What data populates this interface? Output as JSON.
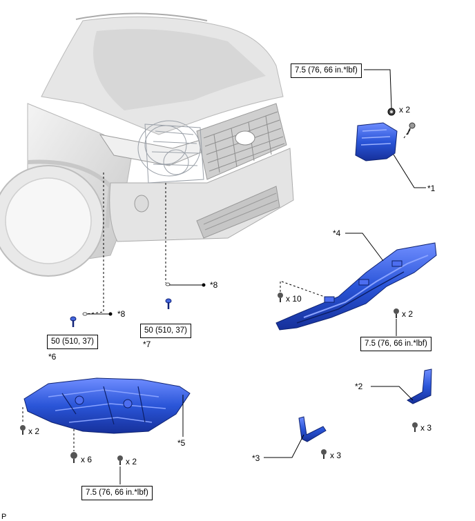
{
  "callouts": {
    "p1": "*1",
    "p2": "*2",
    "p3": "*3",
    "p4": "*4",
    "p5": "*5",
    "p6": "*6",
    "p7": "*7",
    "p8a": "*8",
    "p8b": "*8"
  },
  "torques": {
    "t1": "7.5 (76, 66 in.*lbf)",
    "t2": "7.5 (76, 66 in.*lbf)",
    "t3": "7.5 (76, 66 in.*lbf)",
    "t6": "50 (510, 37)",
    "t7": "50 (510, 37)"
  },
  "quantities": {
    "q_p1_x2": "x 2",
    "q_p4_x10": "x 10",
    "q_p4_x2": "x 2",
    "q_p5_left_x2": "x 2",
    "q_p5_x6": "x 6",
    "q_p5_x2": "x 2",
    "q_p3_x3": "x 3",
    "q_p2_x3": "x 3"
  },
  "footer_code": "P",
  "colors": {
    "part_blue": "#2a55d8",
    "part_dark": "#16309a",
    "vehicle_gray": "#d9d9d9",
    "leader_line": "#000000"
  },
  "icons": [
    "bolt-icon",
    "nut-icon",
    "clip-icon",
    "dot-marker-icon"
  ]
}
